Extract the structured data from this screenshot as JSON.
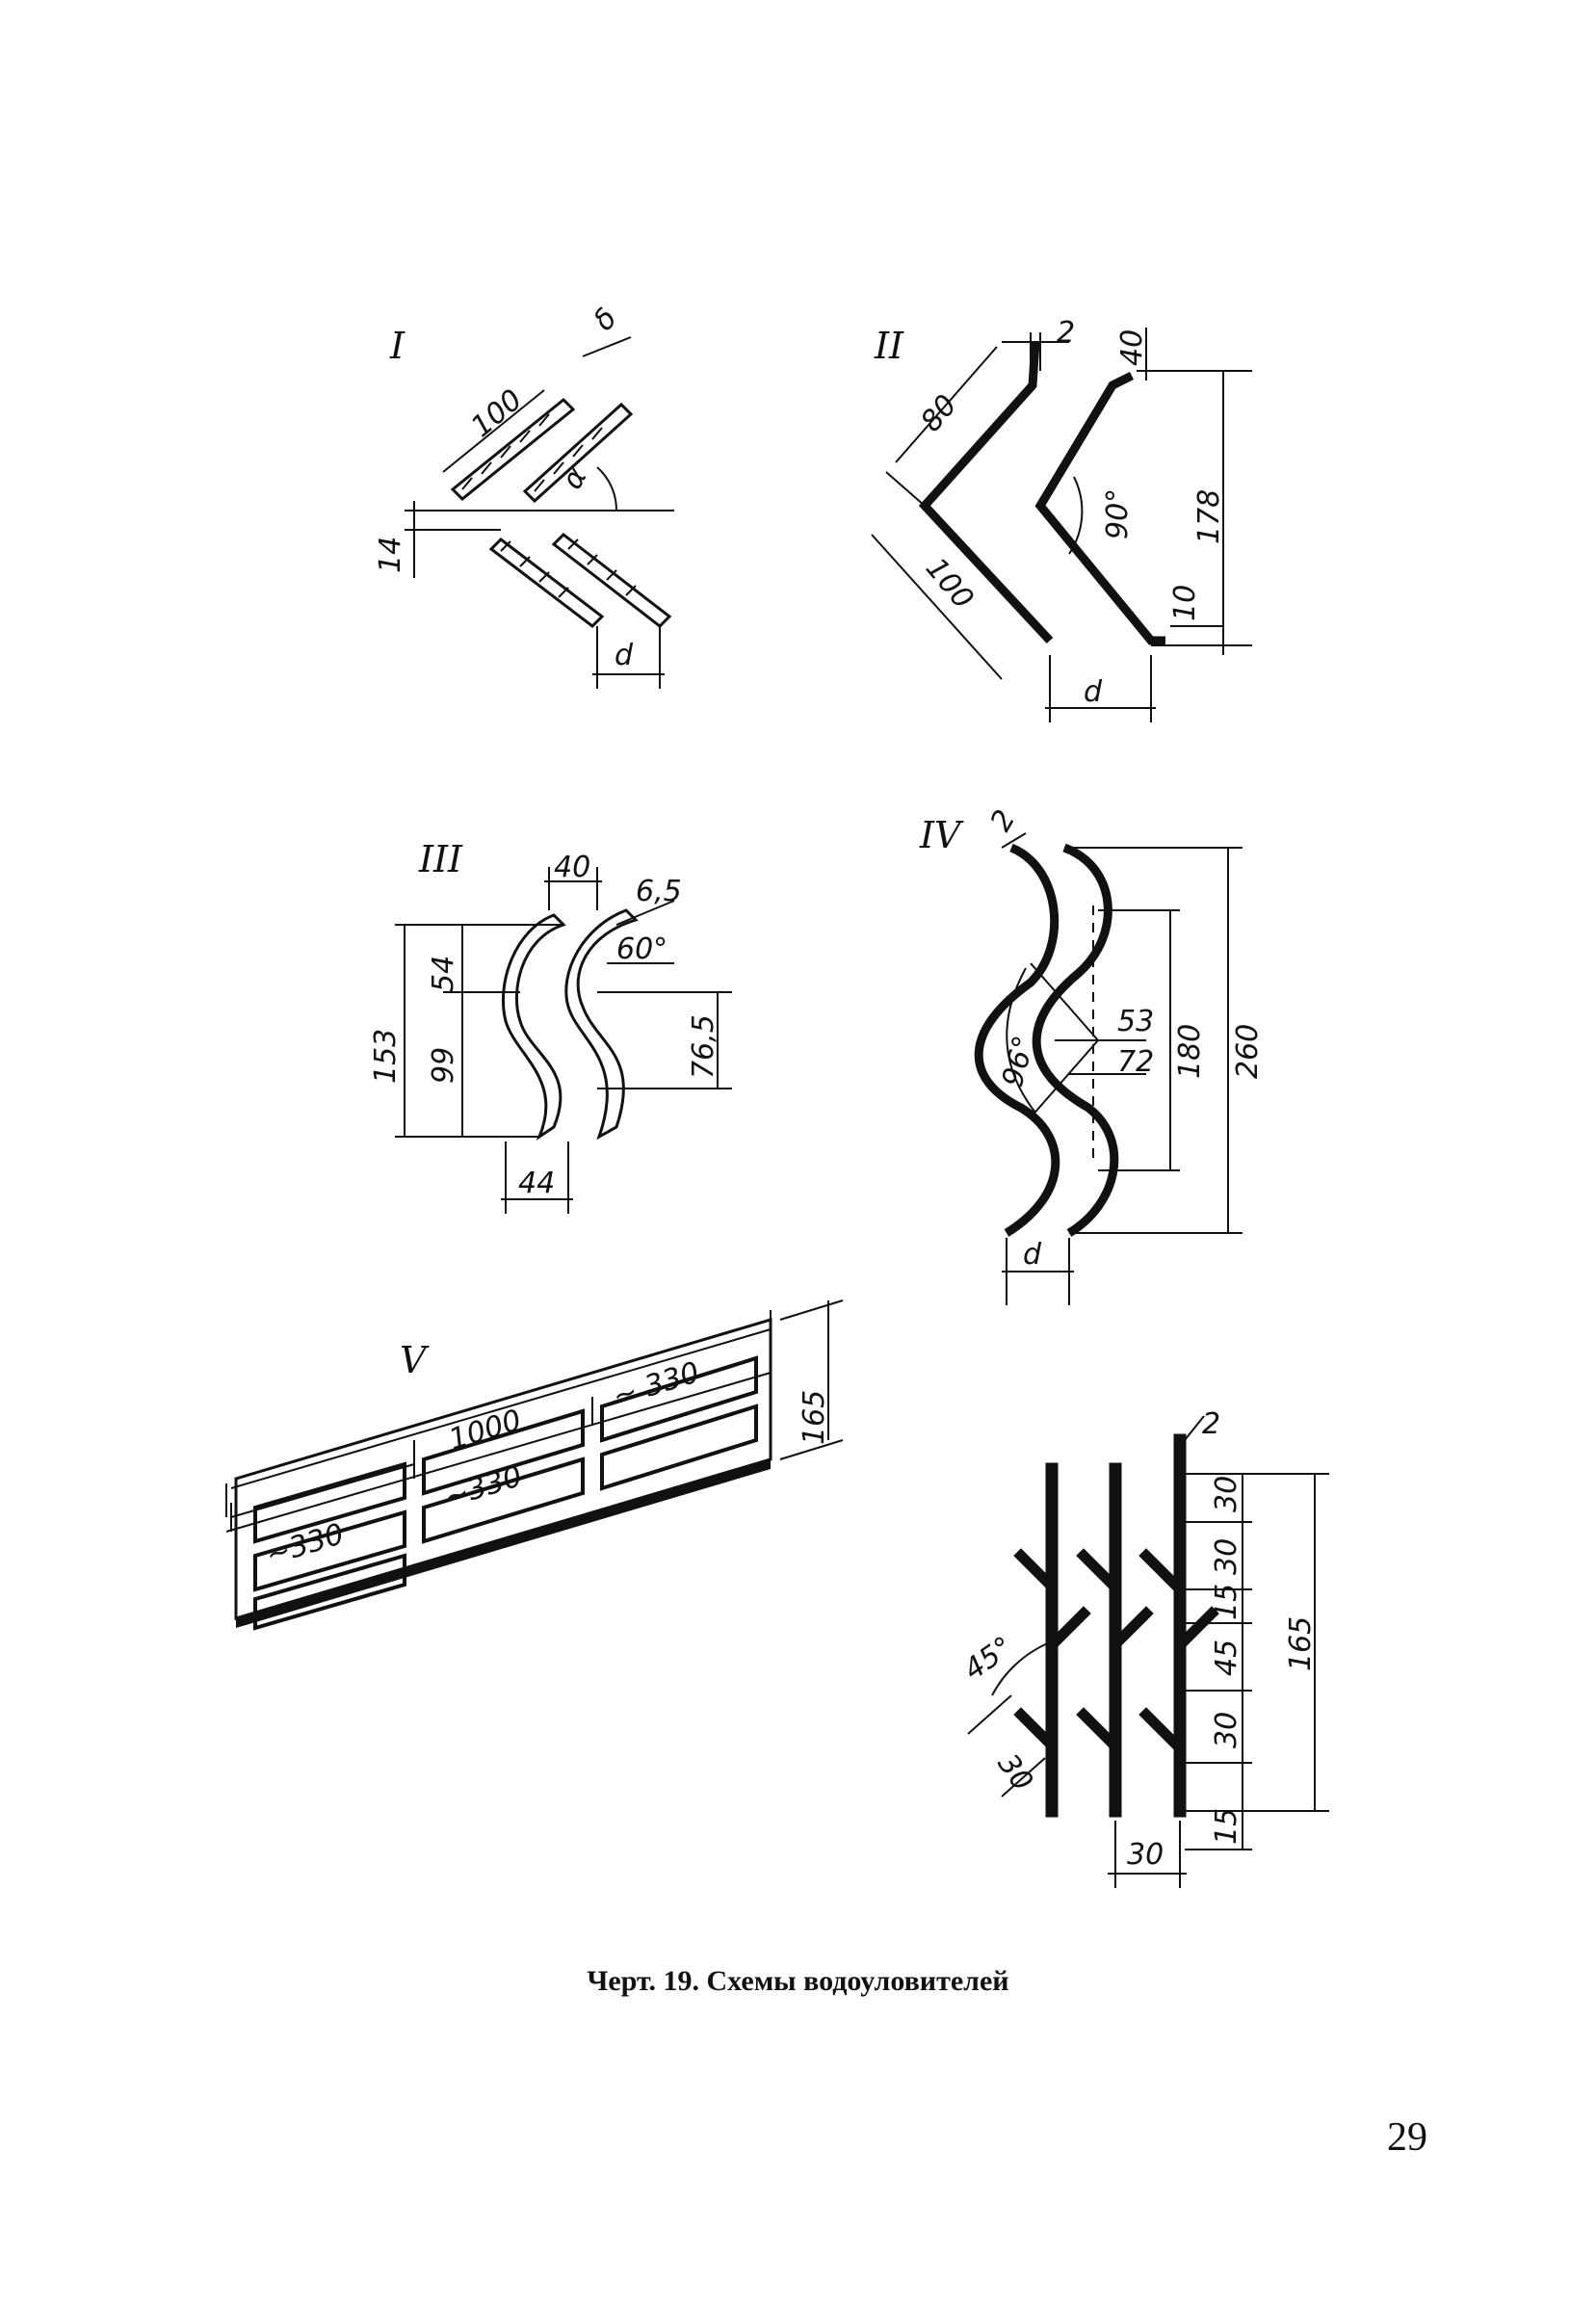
{
  "caption": "Черт. 19. Схемы водоуловителей",
  "page_number": "29",
  "schemes": [
    {
      "numeral": "I",
      "dims": [
        "100",
        "δ",
        "α",
        "14",
        "d"
      ]
    },
    {
      "numeral": "II",
      "dims": [
        "2",
        "40",
        "80",
        "90°",
        "178",
        "100",
        "10",
        "d"
      ]
    },
    {
      "numeral": "III",
      "dims": [
        "40",
        "6,5",
        "60°",
        "54",
        "153",
        "99",
        "76,5",
        "44"
      ]
    },
    {
      "numeral": "IV",
      "dims": [
        "2",
        "53",
        "96°",
        "72",
        "180",
        "260",
        "d"
      ]
    },
    {
      "numeral": "V",
      "dims": [
        "1000",
        "~ 330",
        "~330",
        "~330",
        "165"
      ]
    },
    {
      "numeral": "",
      "dims": [
        "2",
        "30",
        "30",
        "15",
        "45",
        "30",
        "15",
        "165",
        "45°",
        "30",
        "30"
      ]
    }
  ]
}
